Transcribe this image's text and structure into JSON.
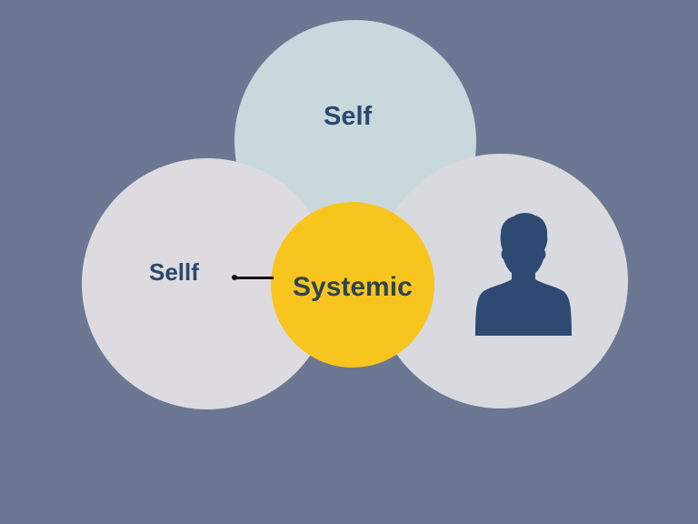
{
  "diagram": {
    "type": "overlapping-circles",
    "background_color": "#6c7893",
    "circles": [
      {
        "id": "top",
        "label": "Self",
        "color": "#c9d8dc"
      },
      {
        "id": "left",
        "label": "Sellf",
        "color": "#dddbe0"
      },
      {
        "id": "right",
        "label": "",
        "icon": "person-silhouette-icon",
        "color": "#d8dadf"
      },
      {
        "id": "center",
        "label": "Systemic",
        "color": "#f8c51f"
      }
    ],
    "connector": {
      "from": "left",
      "to": "center",
      "style": "line-with-dot"
    },
    "text_color": "#2c4770",
    "icon_color": "#2f4a72"
  }
}
